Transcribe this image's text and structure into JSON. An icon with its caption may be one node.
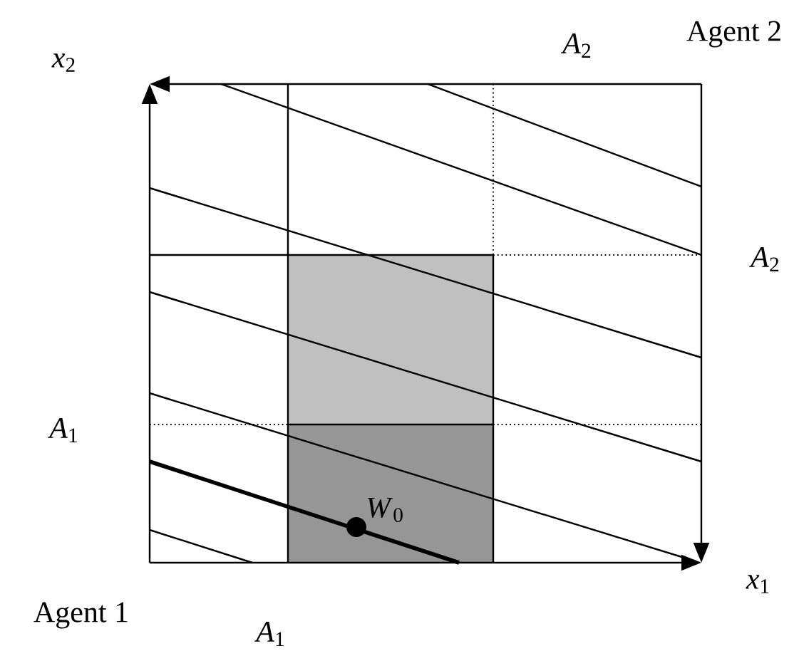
{
  "diagram": {
    "labels": [
      "*x*$_{2}$",
      "*A*$_{2}$",
      "Agent 2",
      "*A*$_{2}$",
      "*A*$_{1}$",
      "*W*$_{0}$",
      "*x*$_{1}$",
      "Agent 1",
      "*A*$_{1}$"
    ]
  }
}
